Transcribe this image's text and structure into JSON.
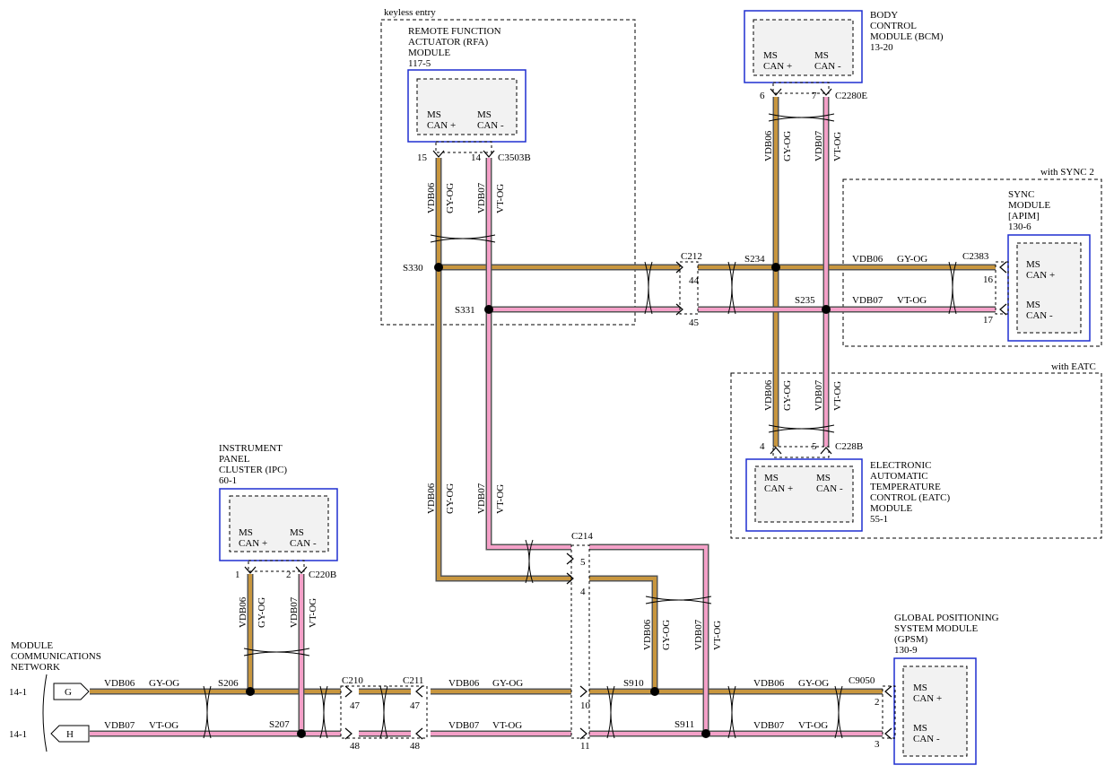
{
  "colors": {
    "wire_gy_og": "#c8963e",
    "wire_vt_og": "#f4a0c8",
    "module_border": "#1f2fd0",
    "module_fill": "#f2f2f2"
  },
  "modules": {
    "rfa": {
      "group": "keyless entry",
      "name": [
        "REMOTE FUNCTION",
        "ACTUATOR (RFA)",
        "MODULE",
        "117-5"
      ],
      "pin_plus": [
        "MS",
        "CAN +"
      ],
      "pin_minus": [
        "MS",
        "CAN -"
      ],
      "connector": "C3503B",
      "pin_numbers": [
        "15",
        "14"
      ]
    },
    "bcm": {
      "name": [
        "BODY",
        "CONTROL",
        "MODULE (BCM)",
        "13-20"
      ],
      "pin_plus": [
        "MS",
        "CAN +"
      ],
      "pin_minus": [
        "MS",
        "CAN -"
      ],
      "connector": "C2280E",
      "pin_numbers": [
        "6",
        "7"
      ]
    },
    "sync": {
      "group": "with SYNC 2",
      "name": [
        "SYNC",
        "MODULE",
        "[APIM]",
        "130-6"
      ],
      "pin_plus": [
        "MS",
        "CAN +"
      ],
      "pin_minus": [
        "MS",
        "CAN -"
      ],
      "connector": "C2383",
      "pin_numbers": [
        "16",
        "17"
      ]
    },
    "eatc": {
      "group": "with EATC",
      "name": [
        "ELECTRONIC",
        "AUTOMATIC",
        "TEMPERATURE",
        "CONTROL (EATC)",
        "MODULE",
        "55-1"
      ],
      "pin_plus": [
        "MS",
        "CAN +"
      ],
      "pin_minus": [
        "MS",
        "CAN -"
      ],
      "connector": "C228B",
      "pin_numbers": [
        "4",
        "5"
      ]
    },
    "ipc": {
      "name": [
        "INSTRUMENT",
        "PANEL",
        "CLUSTER (IPC)",
        "60-1"
      ],
      "pin_plus": [
        "MS",
        "CAN +"
      ],
      "pin_minus": [
        "MS",
        "CAN -"
      ],
      "connector": "C220B",
      "pin_numbers": [
        "1",
        "2"
      ]
    },
    "gpsm": {
      "name": [
        "GLOBAL POSITIONING",
        "SYSTEM MODULE",
        "(GPSM)",
        "130-9"
      ],
      "pin_plus": [
        "MS",
        "CAN +"
      ],
      "pin_minus": [
        "MS",
        "CAN -"
      ],
      "connector": "C9050",
      "pin_numbers": [
        "2",
        "3"
      ]
    }
  },
  "network": {
    "title": [
      "MODULE",
      "COMMUNICATIONS",
      "NETWORK"
    ],
    "ref_g": "14-1",
    "ref_h": "14-1",
    "arrow_g": "G",
    "arrow_h": "H"
  },
  "wires": {
    "vdb06": "VDB06",
    "vdb07": "VDB07",
    "gy_og": "GY-OG",
    "vt_og": "VT-OG"
  },
  "splices": [
    "S330",
    "S331",
    "S234",
    "S235",
    "S206",
    "S207",
    "S910",
    "S911"
  ],
  "connectors": {
    "c212": {
      "name": "C212",
      "pins": [
        "44",
        "45"
      ]
    },
    "c214": {
      "name": "C214",
      "pins": [
        "5",
        "4"
      ]
    },
    "c210": {
      "name": "C210",
      "pins": [
        "47",
        "48"
      ]
    },
    "c211": {
      "name": "C211",
      "pins": [
        "47",
        "48"
      ]
    },
    "c9050_pins": [
      "10",
      "11"
    ]
  }
}
